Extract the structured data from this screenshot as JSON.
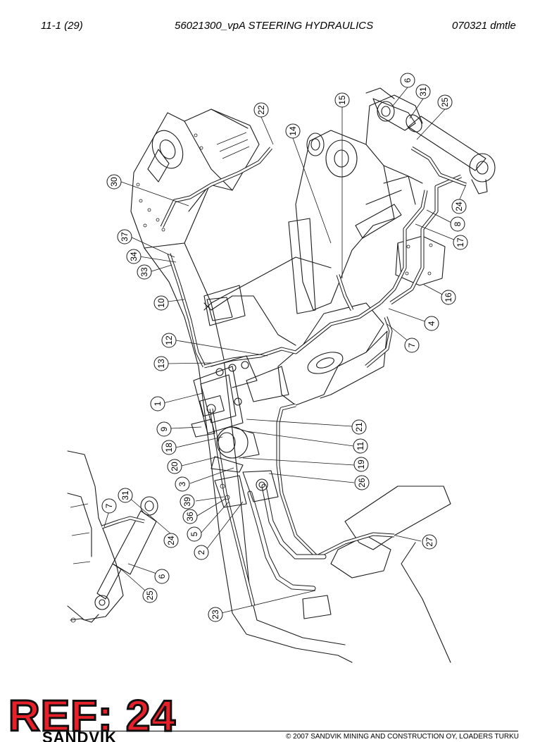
{
  "header": {
    "page": "11-1 (29)",
    "title": "56021300_vpA STEERING HYDRAULICS",
    "code": "070321 dmtle"
  },
  "callouts": [
    {
      "id": "c6a",
      "label": "6"
    },
    {
      "id": "c31a",
      "label": "31"
    },
    {
      "id": "c15",
      "label": "15"
    },
    {
      "id": "c25a",
      "label": "25"
    },
    {
      "id": "c22",
      "label": "22"
    },
    {
      "id": "c14",
      "label": "14"
    },
    {
      "id": "c30",
      "label": "30"
    },
    {
      "id": "c24a",
      "label": "24"
    },
    {
      "id": "c8",
      "label": "8"
    },
    {
      "id": "c17",
      "label": "17"
    },
    {
      "id": "c37",
      "label": "37"
    },
    {
      "id": "c34",
      "label": "34"
    },
    {
      "id": "c33",
      "label": "33"
    },
    {
      "id": "c16",
      "label": "16"
    },
    {
      "id": "c10",
      "label": "10"
    },
    {
      "id": "c4",
      "label": "4"
    },
    {
      "id": "c7a",
      "label": "7"
    },
    {
      "id": "c12",
      "label": "12"
    },
    {
      "id": "c13",
      "label": "13"
    },
    {
      "id": "c1",
      "label": "1"
    },
    {
      "id": "c21",
      "label": "21"
    },
    {
      "id": "c9",
      "label": "9"
    },
    {
      "id": "c11",
      "label": "11"
    },
    {
      "id": "c18",
      "label": "18"
    },
    {
      "id": "c19",
      "label": "19"
    },
    {
      "id": "c20",
      "label": "20"
    },
    {
      "id": "c3",
      "label": "3"
    },
    {
      "id": "c26",
      "label": "26"
    },
    {
      "id": "c39",
      "label": "39"
    },
    {
      "id": "c31b",
      "label": "31"
    },
    {
      "id": "c7b",
      "label": "7"
    },
    {
      "id": "c36",
      "label": "36"
    },
    {
      "id": "c5",
      "label": "5"
    },
    {
      "id": "c24b",
      "label": "24"
    },
    {
      "id": "c2",
      "label": "2"
    },
    {
      "id": "c27",
      "label": "27"
    },
    {
      "id": "c6b",
      "label": "6"
    },
    {
      "id": "c25b",
      "label": "25"
    },
    {
      "id": "c23",
      "label": "23"
    }
  ],
  "footer": {
    "copyright": "© 2007 SANDVIK MINING AND CONSTRUCTION OY, LOADERS TURKU",
    "logo": "SANDVIK"
  },
  "stamp": {
    "text": "REF: 24",
    "color": "#e8202a"
  }
}
